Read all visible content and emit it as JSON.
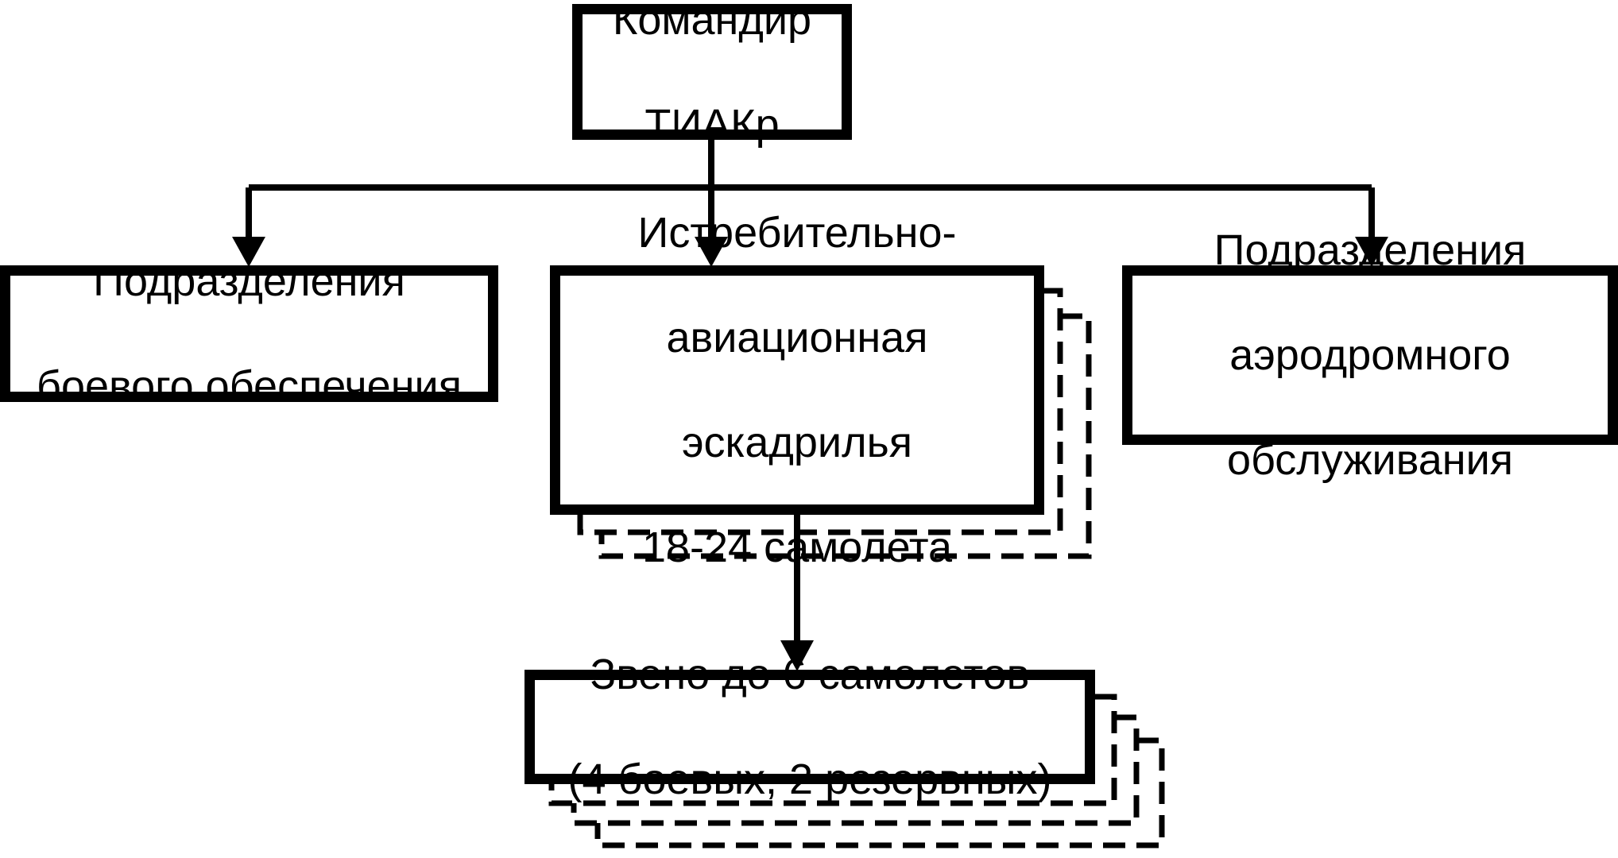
{
  "diagram": {
    "nodes": {
      "commander": {
        "lines": [
          "Командир",
          "ТИАКр"
        ]
      },
      "combat_support": {
        "lines": [
          "Подразделения",
          "боевого обеспечения"
        ]
      },
      "squadron": {
        "lines": [
          "Истребительно-",
          "авиационная",
          "эскадрилья",
          "18-24 самолета"
        ]
      },
      "airfield_service": {
        "lines": [
          "Подразделения",
          "аэродромного",
          "обслуживания"
        ]
      },
      "flight": {
        "lines": [
          "Звено до 6 самолетов",
          "(4 боевых, 2 резервных)"
        ]
      }
    },
    "edges": [
      {
        "from": "commander",
        "to": "combat_support"
      },
      {
        "from": "commander",
        "to": "squadron"
      },
      {
        "from": "commander",
        "to": "airfield_service"
      },
      {
        "from": "squadron",
        "to": "flight"
      }
    ],
    "stacked_copies": {
      "squadron": 2,
      "flight": 3
    },
    "colors": {
      "stroke": "#000000",
      "background": "#ffffff"
    }
  }
}
